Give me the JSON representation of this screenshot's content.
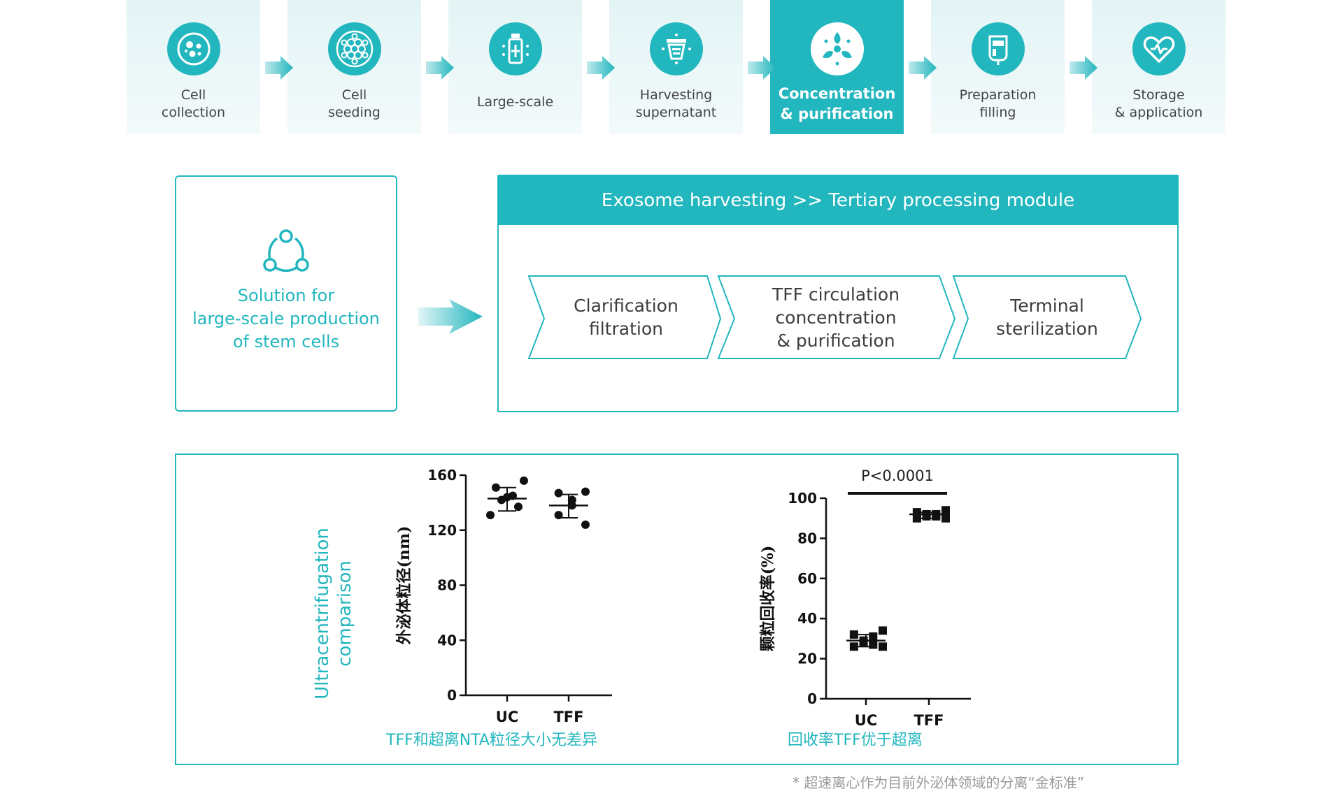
{
  "process_steps": [
    {
      "label": "Cell\ncollection",
      "icon": "cells-dish-icon",
      "active": false
    },
    {
      "label": "Cell\nseeding",
      "icon": "cell-seeding-icon",
      "active": false
    },
    {
      "label": "Large-scale",
      "icon": "bioreactor-icon",
      "active": false
    },
    {
      "label": "Harvesting\nsupernatant",
      "icon": "harvest-funnel-icon",
      "active": false
    },
    {
      "label": "Concentration\n& purification",
      "icon": "exosome-concentration-icon",
      "active": true
    },
    {
      "label": "Preparation\nfilling",
      "icon": "blood-bag-icon",
      "active": false
    },
    {
      "label": "Storage\n& application",
      "icon": "heart-pulse-icon",
      "active": false
    }
  ],
  "solution": {
    "text": "Solution for\nlarge-scale production\nof stem cells",
    "icon": "cycle-nodes-icon"
  },
  "module": {
    "title": "Exosome harvesting >> Tertiary processing module",
    "stages": [
      "Clarification\nfiltration",
      "TFF circulation\nconcentration\n& purification",
      "Terminal\nsterilization"
    ]
  },
  "comparison": {
    "side_title": "Ultracentrifugation\ncomparison",
    "caption_left": "TFF和超离NTA粒径大小无差异",
    "caption_right": "回收率TFF优于超离",
    "footnote": "* 超速离心作为目前外泌体领域的分离“金标准”"
  },
  "colors": {
    "accent": "#22b6be",
    "step_bg": "#e6f5f6",
    "text": "#3d3d3d",
    "footnote": "#9a9a9a"
  },
  "chart_data": [
    {
      "type": "scatter",
      "title": "",
      "ylabel": "外泌体粒径(nm)",
      "xlabel": "",
      "categories": [
        "UC",
        "TFF"
      ],
      "ylim": [
        0,
        160
      ],
      "yticks": [
        0,
        40,
        80,
        120,
        160
      ],
      "series": [
        {
          "category": "UC",
          "points": [
            156,
            151,
            145,
            144,
            142,
            137,
            131
          ],
          "mean": 143,
          "sd_upper": 151,
          "sd_lower": 134
        },
        {
          "category": "TFF",
          "points": [
            148,
            147,
            142,
            138,
            131,
            124
          ],
          "mean": 138,
          "sd_upper": 146,
          "sd_lower": 129
        }
      ]
    },
    {
      "type": "scatter",
      "title": "",
      "ylabel": "颗粒回收率(%)",
      "xlabel": "",
      "categories": [
        "UC",
        "TFF"
      ],
      "ylim": [
        0,
        100
      ],
      "yticks": [
        0,
        20,
        40,
        60,
        80,
        100
      ],
      "annotation": "P<0.0001",
      "series": [
        {
          "category": "UC",
          "points": [
            34,
            32,
            31,
            29,
            28,
            27,
            26,
            26
          ],
          "mean": 29,
          "sd_upper": 32,
          "sd_lower": 26
        },
        {
          "category": "TFF",
          "points": [
            94,
            93,
            92,
            92,
            91,
            91,
            90,
            90
          ],
          "mean": 92,
          "sd_upper": 93,
          "sd_lower": 90
        }
      ]
    }
  ]
}
